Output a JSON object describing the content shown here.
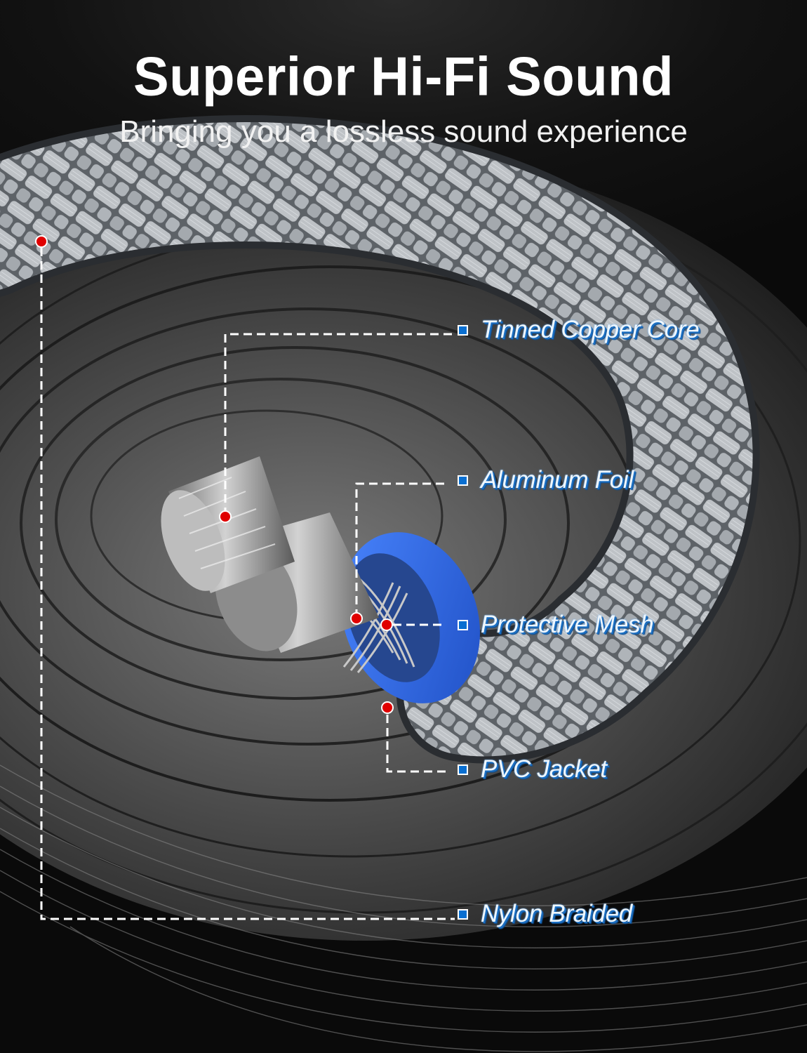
{
  "header": {
    "title": "Superior Hi-Fi Sound",
    "subtitle": "Bringing you a lossless sound experience"
  },
  "diagram": {
    "subject": "braided audio cable cross-section",
    "callouts": [
      {
        "label": "Tinned Copper Core"
      },
      {
        "label": "Aluminum Foil"
      },
      {
        "label": "Protective Mesh"
      },
      {
        "label": "PVC Jacket"
      },
      {
        "label": "Nylon Braided"
      }
    ]
  },
  "colors": {
    "background": "#0b0b0b",
    "title_text": "#ffffff",
    "callout_marker": "#0a6fd1",
    "callout_text_shadow": "#1b6fc2",
    "point_dot": "#e00000",
    "pvc_jacket_blue": "#2f6fe6",
    "braid_gray": "#9a9ea3"
  }
}
